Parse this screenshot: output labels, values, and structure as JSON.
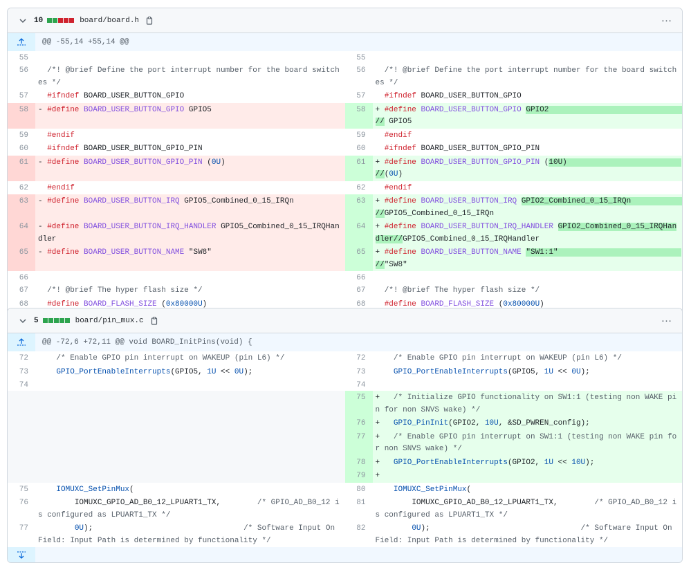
{
  "files": [
    {
      "changes": "10",
      "stat": [
        "#2da44e",
        "#2da44e",
        "#cf222e",
        "#cf222e",
        "#cf222e"
      ],
      "name": "board/board.h",
      "hunk": "@@ -55,14 +55,14 @@",
      "rows": [
        {
          "lt": "plain",
          "ln": "55",
          "lc": [],
          "rt": "plain",
          "rn": "55",
          "rc": []
        },
        {
          "lt": "plain",
          "ln": "56",
          "lc": [
            [
              "cm",
              "  /*! @brief Define the port interrupt number for the board switches */"
            ]
          ],
          "rt": "plain",
          "rn": "56",
          "rc": [
            [
              "cm",
              "  /*! @brief Define the port interrupt number for the board switches */"
            ]
          ]
        },
        {
          "lt": "plain",
          "ln": "57",
          "lc": [
            [
              "",
              "  "
            ],
            [
              "kw",
              "#ifndef"
            ],
            [
              "",
              " BOARD_USER_BUTTON_GPIO"
            ]
          ],
          "rt": "plain",
          "rn": "57",
          "rc": [
            [
              "",
              "  "
            ],
            [
              "kw",
              "#ifndef"
            ],
            [
              "",
              " BOARD_USER_BUTTON_GPIO"
            ]
          ]
        },
        {
          "lt": "del",
          "ln": "58",
          "lc": [
            [
              "",
              "- "
            ],
            [
              "kw",
              "#define"
            ],
            [
              "",
              " "
            ],
            [
              "mac",
              "BOARD_USER_BUTTON_GPIO"
            ],
            [
              "",
              " GPIO5"
            ]
          ],
          "rt": "add",
          "rn": "58",
          "rc": [
            [
              "",
              "+ "
            ],
            [
              "kw",
              "#define"
            ],
            [
              "",
              " "
            ],
            [
              "mac",
              "BOARD_USER_BUTTON_GPIO"
            ],
            [
              "",
              " "
            ],
            [
              "hl",
              "GPIO2                                "
            ],
            [
              "hl",
              "//"
            ],
            [
              "",
              " GPIO5"
            ]
          ]
        },
        {
          "lt": "plain",
          "ln": "59",
          "lc": [
            [
              "kw",
              "  #endif"
            ]
          ],
          "rt": "plain",
          "rn": "59",
          "rc": [
            [
              "kw",
              "  #endif"
            ]
          ]
        },
        {
          "lt": "plain",
          "ln": "60",
          "lc": [
            [
              "",
              "  "
            ],
            [
              "kw",
              "#ifndef"
            ],
            [
              "",
              " BOARD_USER_BUTTON_GPIO_PIN"
            ]
          ],
          "rt": "plain",
          "rn": "60",
          "rc": [
            [
              "",
              "  "
            ],
            [
              "kw",
              "#ifndef"
            ],
            [
              "",
              " BOARD_USER_BUTTON_GPIO_PIN"
            ]
          ]
        },
        {
          "lt": "del",
          "ln": "61",
          "lc": [
            [
              "",
              "- "
            ],
            [
              "kw",
              "#define"
            ],
            [
              "",
              " "
            ],
            [
              "mac",
              "BOARD_USER_BUTTON_GPIO_PIN"
            ],
            [
              "",
              " ("
            ],
            [
              "num",
              "0U"
            ],
            [
              "",
              ")"
            ]
          ],
          "rt": "add",
          "rn": "61",
          "rc": [
            [
              "",
              "+ "
            ],
            [
              "kw",
              "#define"
            ],
            [
              "",
              " "
            ],
            [
              "mac",
              "BOARD_USER_BUTTON_GPIO_PIN"
            ],
            [
              "",
              " ("
            ],
            [
              "hl",
              "10U)                         "
            ],
            [
              "hl",
              "//"
            ],
            [
              "",
              "("
            ],
            [
              "num",
              "0U"
            ],
            [
              "",
              ")"
            ]
          ]
        },
        {
          "lt": "plain",
          "ln": "62",
          "lc": [
            [
              "kw",
              "  #endif"
            ]
          ],
          "rt": "plain",
          "rn": "62",
          "rc": [
            [
              "kw",
              "  #endif"
            ]
          ]
        },
        {
          "lt": "del",
          "ln": "63",
          "lc": [
            [
              "",
              "- "
            ],
            [
              "kw",
              "#define"
            ],
            [
              "",
              " "
            ],
            [
              "mac",
              "BOARD_USER_BUTTON_IRQ"
            ],
            [
              "",
              " GPIO5_Combined_0_15_IRQn"
            ]
          ],
          "rt": "add",
          "rn": "63",
          "rc": [
            [
              "",
              "+ "
            ],
            [
              "kw",
              "#define"
            ],
            [
              "",
              " "
            ],
            [
              "mac",
              "BOARD_USER_BUTTON_IRQ"
            ],
            [
              "",
              " "
            ],
            [
              "hl",
              "GPIO2_Combined_0_15_IRQn            "
            ],
            [
              "hl",
              "//"
            ],
            [
              "",
              "GPIO5_Combined_0_15_IRQn"
            ]
          ]
        },
        {
          "lt": "del",
          "ln": "64",
          "lc": [
            [
              "",
              "- "
            ],
            [
              "kw",
              "#define"
            ],
            [
              "",
              " "
            ],
            [
              "mac",
              "BOARD_USER_BUTTON_IRQ_HANDLER"
            ],
            [
              "",
              " GPIO5_Combined_0_15_IRQHandler"
            ]
          ],
          "rt": "add",
          "rn": "64",
          "rc": [
            [
              "",
              "+ "
            ],
            [
              "kw",
              "#define"
            ],
            [
              "",
              " "
            ],
            [
              "mac",
              "BOARD_USER_BUTTON_IRQ_HANDLER"
            ],
            [
              "",
              " "
            ],
            [
              "hl",
              "GPIO2_Combined_0_15_IRQHandler"
            ],
            [
              "hl",
              "//"
            ],
            [
              "",
              "GPIO5_Combined_0_15_IRQHandler"
            ]
          ]
        },
        {
          "lt": "del",
          "ln": "65",
          "lc": [
            [
              "",
              "- "
            ],
            [
              "kw",
              "#define"
            ],
            [
              "",
              " "
            ],
            [
              "mac",
              "BOARD_USER_BUTTON_NAME"
            ],
            [
              "",
              " \"SW8\""
            ]
          ],
          "rt": "add",
          "rn": "65",
          "rc": [
            [
              "",
              "+ "
            ],
            [
              "kw",
              "#define"
            ],
            [
              "",
              " "
            ],
            [
              "mac",
              "BOARD_USER_BUTTON_NAME"
            ],
            [
              "",
              " "
            ],
            [
              "hl",
              "\"SW1:1\"                           "
            ],
            [
              "hl",
              "//"
            ],
            [
              "",
              "\"SW8\""
            ]
          ]
        },
        {
          "lt": "plain",
          "ln": "66",
          "lc": [],
          "rt": "plain",
          "rn": "66",
          "rc": []
        },
        {
          "lt": "plain",
          "ln": "67",
          "lc": [
            [
              "cm",
              "  /*! @brief The hyper flash size */"
            ]
          ],
          "rt": "plain",
          "rn": "67",
          "rc": [
            [
              "cm",
              "  /*! @brief The hyper flash size */"
            ]
          ]
        },
        {
          "lt": "plain",
          "ln": "68",
          "lc": [
            [
              "",
              "  "
            ],
            [
              "kw",
              "#define"
            ],
            [
              "",
              " "
            ],
            [
              "mac",
              "BOARD_FLASH_SIZE"
            ],
            [
              "",
              " ("
            ],
            [
              "num",
              "0x80000U"
            ],
            [
              "",
              ")"
            ]
          ],
          "rt": "plain",
          "rn": "68",
          "rc": [
            [
              "",
              "  "
            ],
            [
              "kw",
              "#define"
            ],
            [
              "",
              " "
            ],
            [
              "mac",
              "BOARD_FLASH_SIZE"
            ],
            [
              "",
              " ("
            ],
            [
              "num",
              "0x80000U"
            ],
            [
              "",
              ")"
            ]
          ]
        }
      ]
    },
    {
      "changes": "5",
      "stat": [
        "#2da44e",
        "#2da44e",
        "#2da44e",
        "#2da44e",
        "#2da44e"
      ],
      "name": "board/pin_mux.c",
      "hunk": "@@ -72,6 +72,11 @@ void BOARD_InitPins(void) {",
      "rows": [
        {
          "lt": "plain",
          "ln": "72",
          "lc": [
            [
              "cm",
              "    /* Enable GPIO pin interrupt on WAKEUP (pin L6) */"
            ]
          ],
          "rt": "plain",
          "rn": "72",
          "rc": [
            [
              "cm",
              "    /* Enable GPIO pin interrupt on WAKEUP (pin L6) */"
            ]
          ]
        },
        {
          "lt": "plain",
          "ln": "73",
          "lc": [
            [
              "",
              "    "
            ],
            [
              "fn",
              "GPIO_PortEnableInterrupts"
            ],
            [
              "",
              "(GPIO5, "
            ],
            [
              "num",
              "1U"
            ],
            [
              "",
              " << "
            ],
            [
              "num",
              "0U"
            ],
            [
              "",
              ");"
            ]
          ],
          "rt": "plain",
          "rn": "73",
          "rc": [
            [
              "",
              "    "
            ],
            [
              "fn",
              "GPIO_PortEnableInterrupts"
            ],
            [
              "",
              "(GPIO5, "
            ],
            [
              "num",
              "1U"
            ],
            [
              "",
              " << "
            ],
            [
              "num",
              "0U"
            ],
            [
              "",
              ");"
            ]
          ]
        },
        {
          "lt": "plain",
          "ln": "74",
          "lc": [],
          "rt": "plain",
          "rn": "74",
          "rc": []
        },
        {
          "lt": "emp",
          "ln": "",
          "lc": [],
          "rt": "add",
          "rn": "75",
          "rc": [
            [
              "",
              "+   "
            ],
            [
              "cm",
              "/* Initialize GPIO functionality on SW1:1 (testing non WAKE pin for non SNVS wake) */"
            ]
          ]
        },
        {
          "lt": "emp",
          "ln": "",
          "lc": [],
          "rt": "add",
          "rn": "76",
          "rc": [
            [
              "",
              "+   "
            ],
            [
              "fn",
              "GPIO_PinInit"
            ],
            [
              "",
              "(GPIO2, "
            ],
            [
              "num",
              "10U"
            ],
            [
              "",
              ", &SD_PWREN_config);"
            ]
          ]
        },
        {
          "lt": "emp",
          "ln": "",
          "lc": [],
          "rt": "add",
          "rn": "77",
          "rc": [
            [
              "",
              "+   "
            ],
            [
              "cm",
              "/* Enable GPIO pin interrupt on SW1:1 (testing non WAKE pin for non SNVS wake) */"
            ]
          ]
        },
        {
          "lt": "emp",
          "ln": "",
          "lc": [],
          "rt": "add",
          "rn": "78",
          "rc": [
            [
              "",
              "+   "
            ],
            [
              "fn",
              "GPIO_PortEnableInterrupts"
            ],
            [
              "",
              "(GPIO2, "
            ],
            [
              "num",
              "1U"
            ],
            [
              "",
              " << "
            ],
            [
              "num",
              "10U"
            ],
            [
              "",
              ");"
            ]
          ]
        },
        {
          "lt": "emp",
          "ln": "",
          "lc": [],
          "rt": "add",
          "rn": "79",
          "rc": [
            [
              "",
              "+"
            ]
          ]
        },
        {
          "lt": "plain",
          "ln": "75",
          "lc": [
            [
              "",
              "    "
            ],
            [
              "fn",
              "IOMUXC_SetPinMux"
            ],
            [
              "",
              "("
            ]
          ],
          "rt": "plain",
          "rn": "80",
          "rc": [
            [
              "",
              "    "
            ],
            [
              "fn",
              "IOMUXC_SetPinMux"
            ],
            [
              "",
              "("
            ]
          ]
        },
        {
          "lt": "plain",
          "ln": "76",
          "lc": [
            [
              "",
              "        IOMUXC_GPIO_AD_B0_12_LPUART1_TX,        "
            ],
            [
              "cm",
              "/* GPIO_AD_B0_12 is configured as LPUART1_TX */"
            ]
          ],
          "rt": "plain",
          "rn": "81",
          "rc": [
            [
              "",
              "        IOMUXC_GPIO_AD_B0_12_LPUART1_TX,        "
            ],
            [
              "cm",
              "/* GPIO_AD_B0_12 is configured as LPUART1_TX */"
            ]
          ]
        },
        {
          "lt": "plain",
          "ln": "77",
          "lc": [
            [
              "",
              "        "
            ],
            [
              "num",
              "0U"
            ],
            [
              "",
              "); "
            ],
            [
              "",
              "                                "
            ],
            [
              "cm",
              "/* Software Input On Field: Input Path is determined by functionality */"
            ]
          ],
          "rt": "plain",
          "rn": "82",
          "rc": [
            [
              "",
              "        "
            ],
            [
              "num",
              "0U"
            ],
            [
              "",
              "); "
            ],
            [
              "",
              "                                "
            ],
            [
              "cm",
              "/* Software Input On Field: Input Path is determined by functionality */"
            ]
          ]
        }
      ]
    }
  ],
  "icons": {
    "collapse": "chevron-down-icon",
    "copy": "copy-icon",
    "menu": "kebab-menu-icon",
    "expand_up": "expand-up-icon",
    "expand_down": "expand-down-icon"
  }
}
